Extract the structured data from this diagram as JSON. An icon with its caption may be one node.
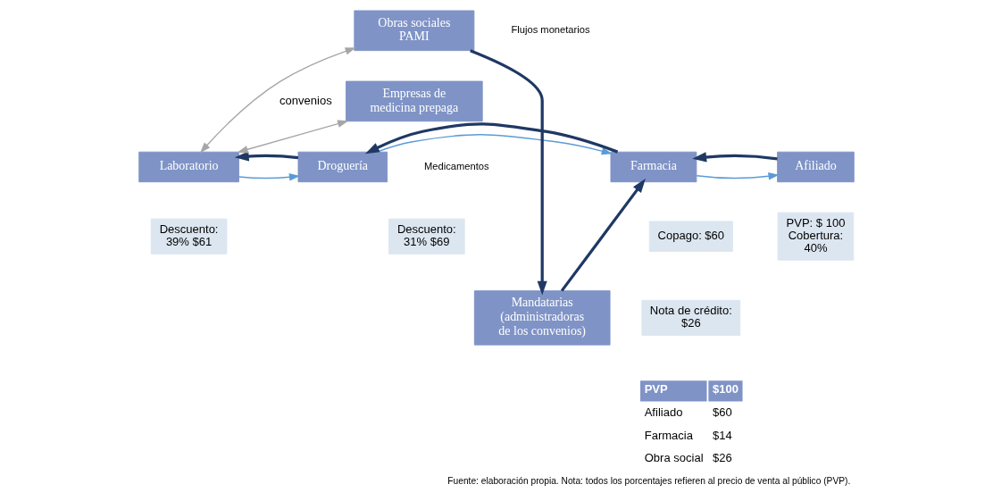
{
  "diagram": {
    "caption": "Fuente: elaboración propia. Nota: todos los porcentajes refieren al precio de venta al público (PVP).",
    "nodes": [
      {
        "text": [
          "Laboratorio"
        ]
      },
      {
        "text": [
          "Droguería"
        ]
      },
      {
        "text": [
          "Farmacia"
        ]
      },
      {
        "text": [
          "Afiliado"
        ]
      },
      {
        "text": [
          "Descuento: 39% $61"
        ]
      },
      {
        "text": [
          "Descuento: 31% $69"
        ]
      },
      {
        "text": [
          "Copago: $60"
        ]
      },
      {
        "text": [
          "PVP: $ 100 Cobertura: 40%"
        ]
      },
      {
        "text": [
          "Nota de crédito: $26"
        ]
      },
      {
        "text": [
          "Mandatarias (administradoras de los convenios)"
        ]
      },
      {
        "text": [
          "Obras sociales PAMI"
        ]
      },
      {
        "text": [
          "Empresas de medicina prepaga"
        ]
      }
    ],
    "edges": [
      {
        "from": 0,
        "to": 1,
        "arrow": "to",
        "color": "#5b9bd5"
      },
      {
        "from": 1,
        "to": 0,
        "arrow": "to",
        "style": "thick"
      },
      {
        "from": 1,
        "to": 2,
        "arrow": "to",
        "color": "#5b9bd5"
      },
      {
        "from": 2,
        "to": 1,
        "arrow": "to",
        "style": "thick"
      },
      {
        "from": 2,
        "to": 3,
        "arrow": "to",
        "color": "#5b9bd5"
      },
      {
        "from": 3,
        "to": 2,
        "arrow": "to",
        "style": "thick"
      },
      {
        "from": 10,
        "to": 9,
        "arrow": "to",
        "style": "thick"
      },
      {
        "from": 9,
        "to": 2,
        "arrow": "to",
        "style": "thick"
      },
      {
        "from": 10,
        "to": 0,
        "arrow": "both",
        "label": "convenios",
        "color": "#a6a6a6"
      },
      {
        "from": 11,
        "to": 0,
        "arrow": "both",
        "color": "#a6a6a6"
      }
    ],
    "labels": [
      "PVP",
      "$100",
      "Afiliado",
      "$60",
      "Farmacia",
      "$14",
      "Obra social",
      "$26"
    ],
    "legend": [
      {
        "text": "Medicamentos"
      },
      {
        "text": "Flujos monetarios"
      }
    ]
  }
}
